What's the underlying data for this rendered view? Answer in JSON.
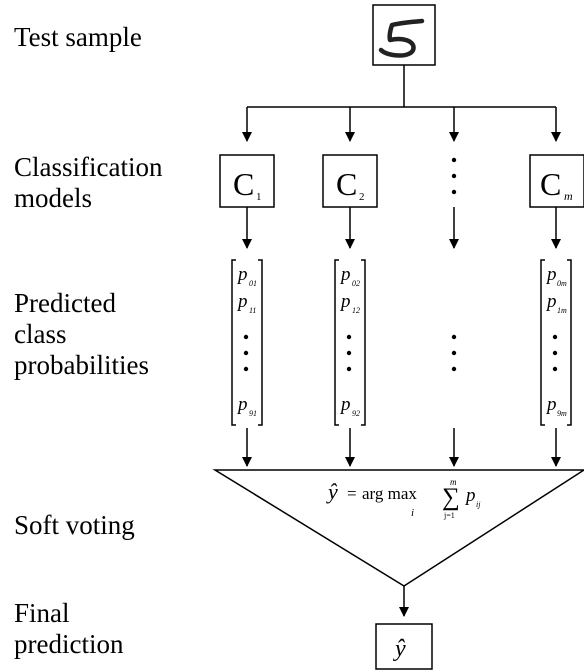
{
  "labels": {
    "test_sample": "Test sample",
    "classification_models": [
      "Classification",
      "models"
    ],
    "predicted_probs": [
      "Predicted",
      "class",
      "probabilities"
    ],
    "soft_voting": "Soft voting",
    "final_prediction": [
      "Final",
      "prediction"
    ]
  },
  "models": [
    {
      "letter": "C",
      "sub": "1"
    },
    {
      "letter": "C",
      "sub": "2"
    },
    {
      "letter": "C",
      "sub": "m"
    }
  ],
  "probability_vectors": [
    {
      "top": "01",
      "second": "11",
      "bottom": "91"
    },
    {
      "top": "02",
      "second": "12",
      "bottom": "92"
    },
    {
      "top": "0m",
      "second": "1m",
      "bottom": "9m"
    }
  ],
  "formula": {
    "lhs": "ŷ",
    "eq": "=",
    "op": "arg max",
    "op_sub": "i",
    "sum_sym": "∑",
    "sum_top": "m",
    "sum_bottom": "j=1",
    "term": "p",
    "term_sub": "ij"
  },
  "final_output": "ŷ"
}
